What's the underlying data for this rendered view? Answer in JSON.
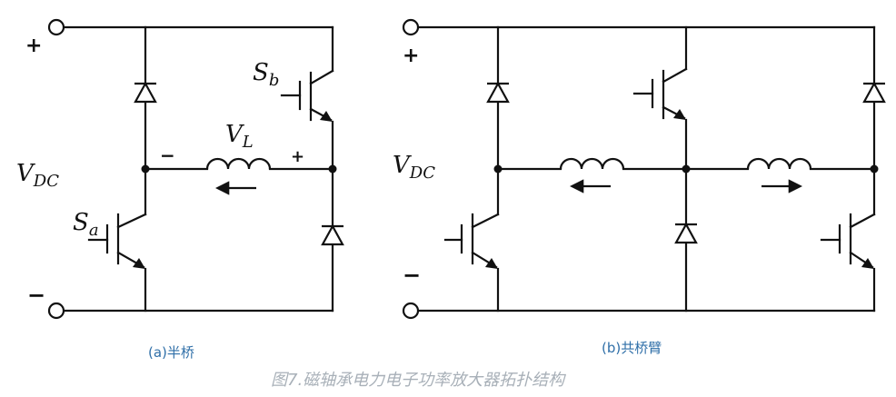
{
  "half_bridge": {
    "plus": "+",
    "minus": "−",
    "vdc_main": "V",
    "vdc_sub": "DC",
    "sa_main": "S",
    "sa_sub": "a",
    "sb_main": "S",
    "sb_sub": "b",
    "vl_main": "V",
    "vl_sub": "L",
    "vl_minus": "−",
    "vl_plus": "+",
    "caption": "(a)半桥"
  },
  "shared_arm": {
    "plus": "+",
    "minus": "−",
    "vdc_main": "V",
    "vdc_sub": "DC",
    "caption": "(b)共桥臂"
  },
  "figure_caption": "图7.磁轴承电力电子功率放大器拓扑结构"
}
